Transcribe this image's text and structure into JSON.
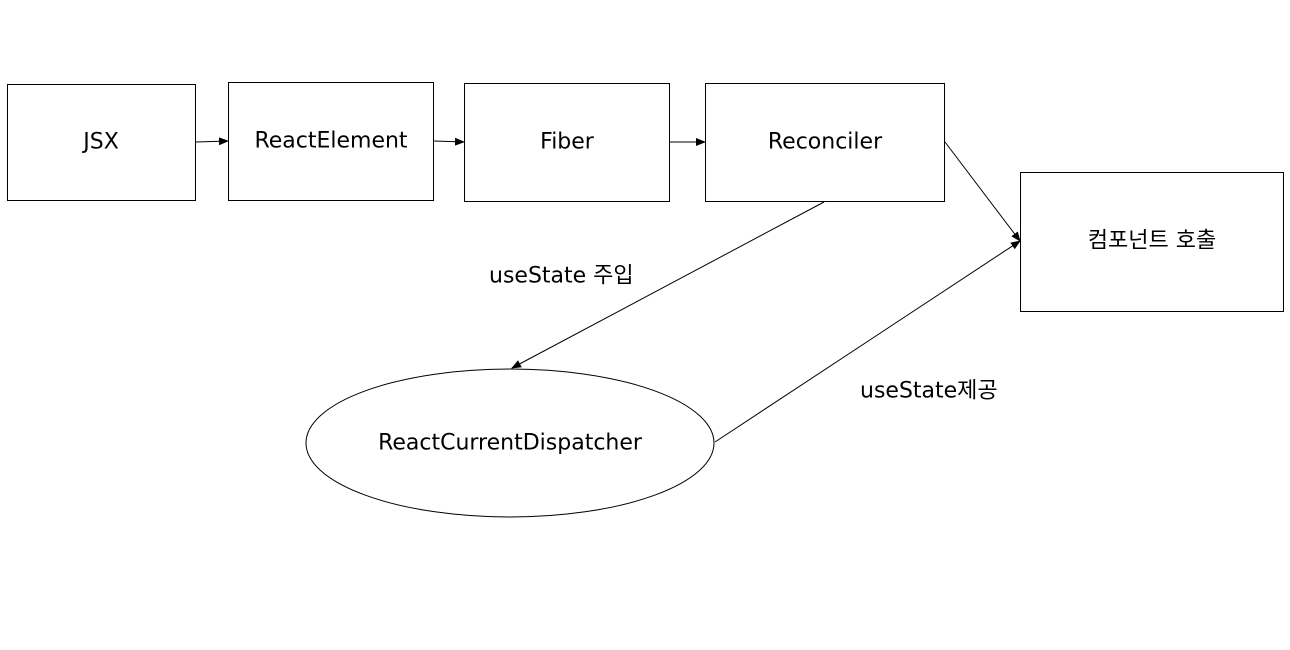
{
  "nodes": {
    "jsx": "JSX",
    "react_element": "ReactElement",
    "fiber": "Fiber",
    "reconciler": "Reconciler",
    "component_call": "컴포넌트 호출",
    "dispatcher": "ReactCurrentDispatcher"
  },
  "edges": {
    "reconciler_to_dispatcher": "useState 주입",
    "dispatcher_to_component": "useState제공"
  },
  "colors": {
    "stroke": "#000000",
    "fill": "#ffffff"
  }
}
